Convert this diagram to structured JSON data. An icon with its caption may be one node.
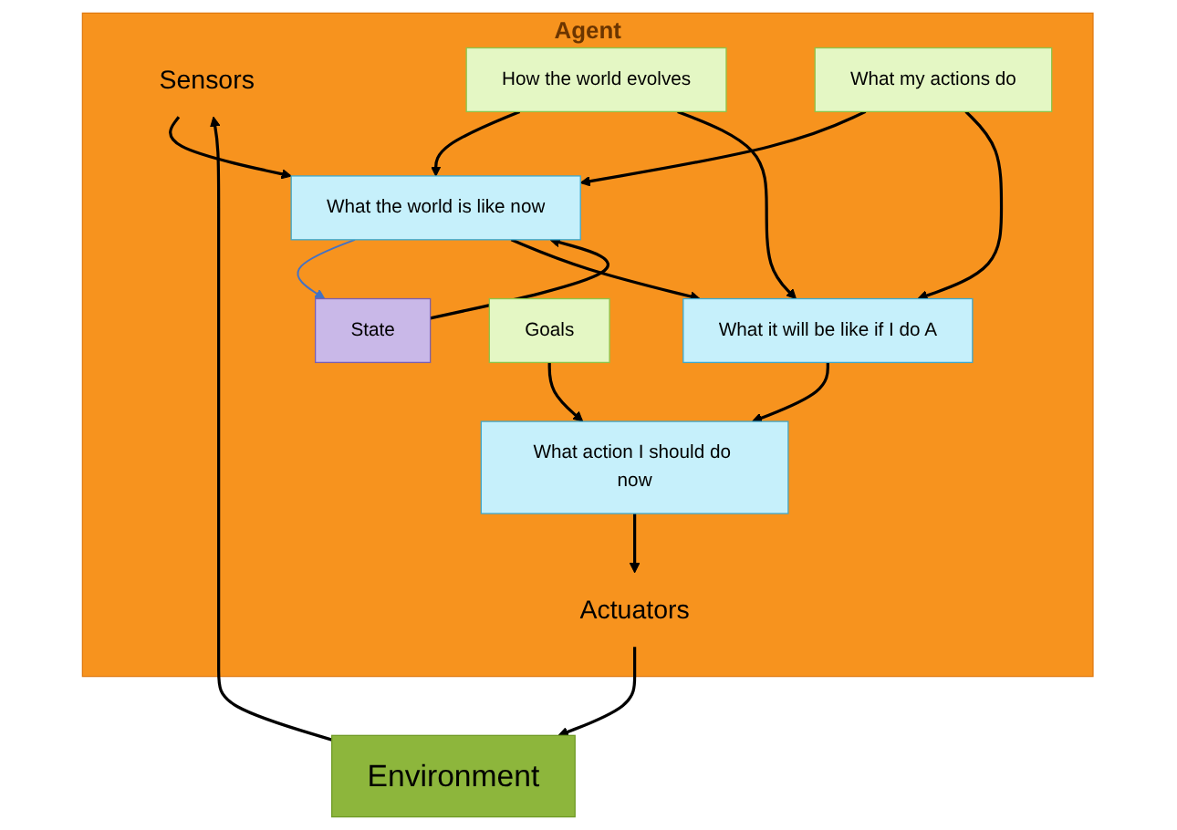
{
  "diagram": {
    "nodes": [
      {
        "text": [
          "Agent"
        ]
      },
      {
        "text": [
          "Sensors"
        ],
        "in": 0
      },
      {
        "text": [
          "State"
        ],
        "in": 0
      },
      {
        "text": [
          "How the world evolves"
        ],
        "in": 0
      },
      {
        "text": [
          "What my actions do"
        ],
        "in": 0
      },
      {
        "text": [
          "What the world is like now"
        ],
        "in": 0
      },
      {
        "text": [
          "What it will be like if I do A"
        ],
        "in": 0
      },
      {
        "text": [
          "Goals"
        ],
        "in": 0
      },
      {
        "text": [
          "What action I should do now"
        ],
        "in": 0
      },
      {
        "text": [
          "Actuators"
        ],
        "in": 0
      },
      {
        "text": [
          "Environment"
        ]
      }
    ],
    "edges": [
      {
        "from": 10,
        "to": 1,
        "arrow": "to"
      },
      {
        "from": 1,
        "to": 5,
        "arrow": "to"
      },
      {
        "from": 2,
        "to": 5,
        "arrow": "to"
      },
      {
        "from": 5,
        "to": 2,
        "arrow": "to",
        "color": "#4472c4"
      },
      {
        "from": 3,
        "to": 5,
        "arrow": "to"
      },
      {
        "from": 3,
        "to": 6,
        "arrow": "to"
      },
      {
        "from": 4,
        "to": 5,
        "arrow": "to"
      },
      {
        "from": 4,
        "to": 6,
        "arrow": "to"
      },
      {
        "from": 5,
        "to": 6,
        "arrow": "to"
      },
      {
        "from": 6,
        "to": 8,
        "arrow": "to"
      },
      {
        "from": 7,
        "to": 8,
        "arrow": "to"
      },
      {
        "from": 8,
        "to": 9,
        "arrow": "to"
      },
      {
        "from": 9,
        "to": 10,
        "arrow": "to"
      }
    ]
  }
}
